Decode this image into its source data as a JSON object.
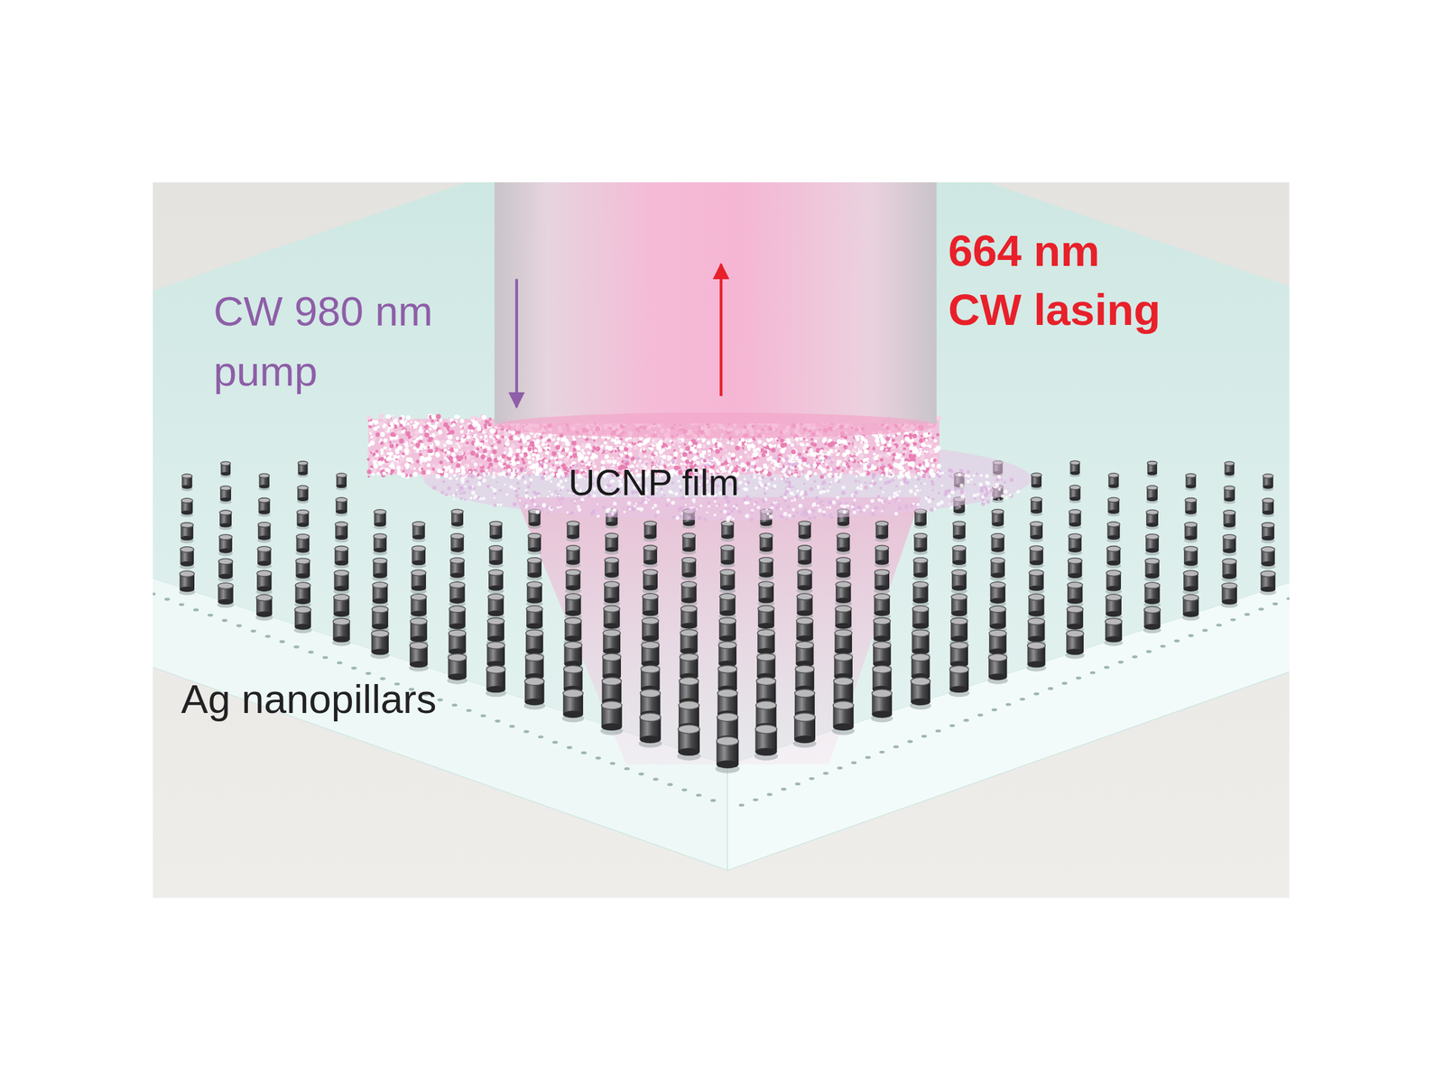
{
  "diagram": {
    "nodes": [
      {
        "text": [
          "UCNP film"
        ]
      }
    ],
    "labels": [
      "CW 980 nm pump",
      "664 nm CW lasing",
      "Ag nanopillars"
    ]
  }
}
